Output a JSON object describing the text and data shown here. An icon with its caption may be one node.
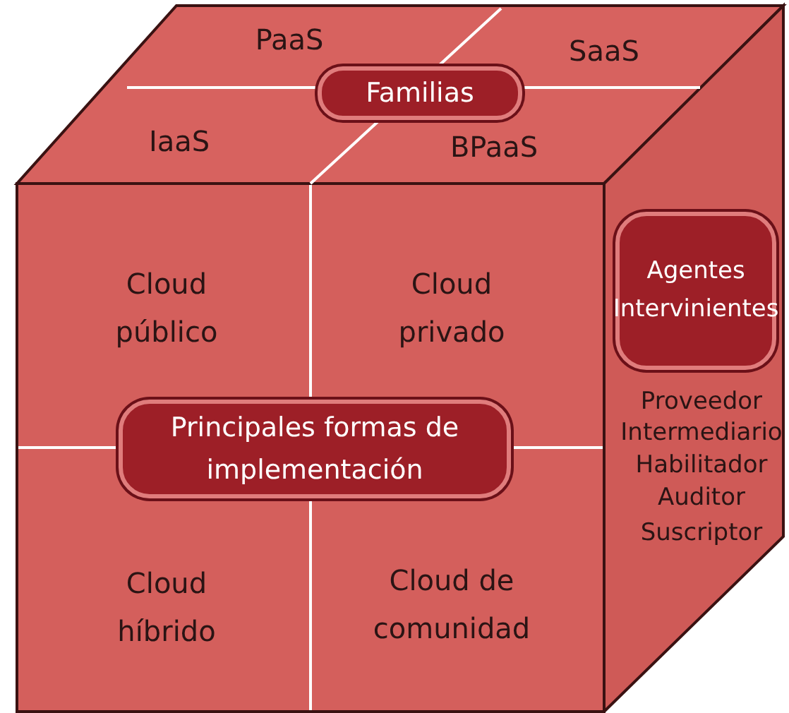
{
  "diagram": {
    "nodes": [
      {
        "text": [
          "Familias"
        ]
      },
      {
        "text": [
          "Principales formas de implementación"
        ]
      },
      {
        "text": [
          "Agentes Intervinientes"
        ]
      }
    ],
    "labels": [
      "PaaS",
      "SaaS",
      "IaaS",
      "BPaaS",
      "Cloud público",
      "Cloud privado",
      "Cloud híbrido",
      "Cloud de comunidad",
      "Proveedor",
      "Intermediario",
      "Habilitador",
      "Auditor",
      "Suscriptor"
    ]
  }
}
